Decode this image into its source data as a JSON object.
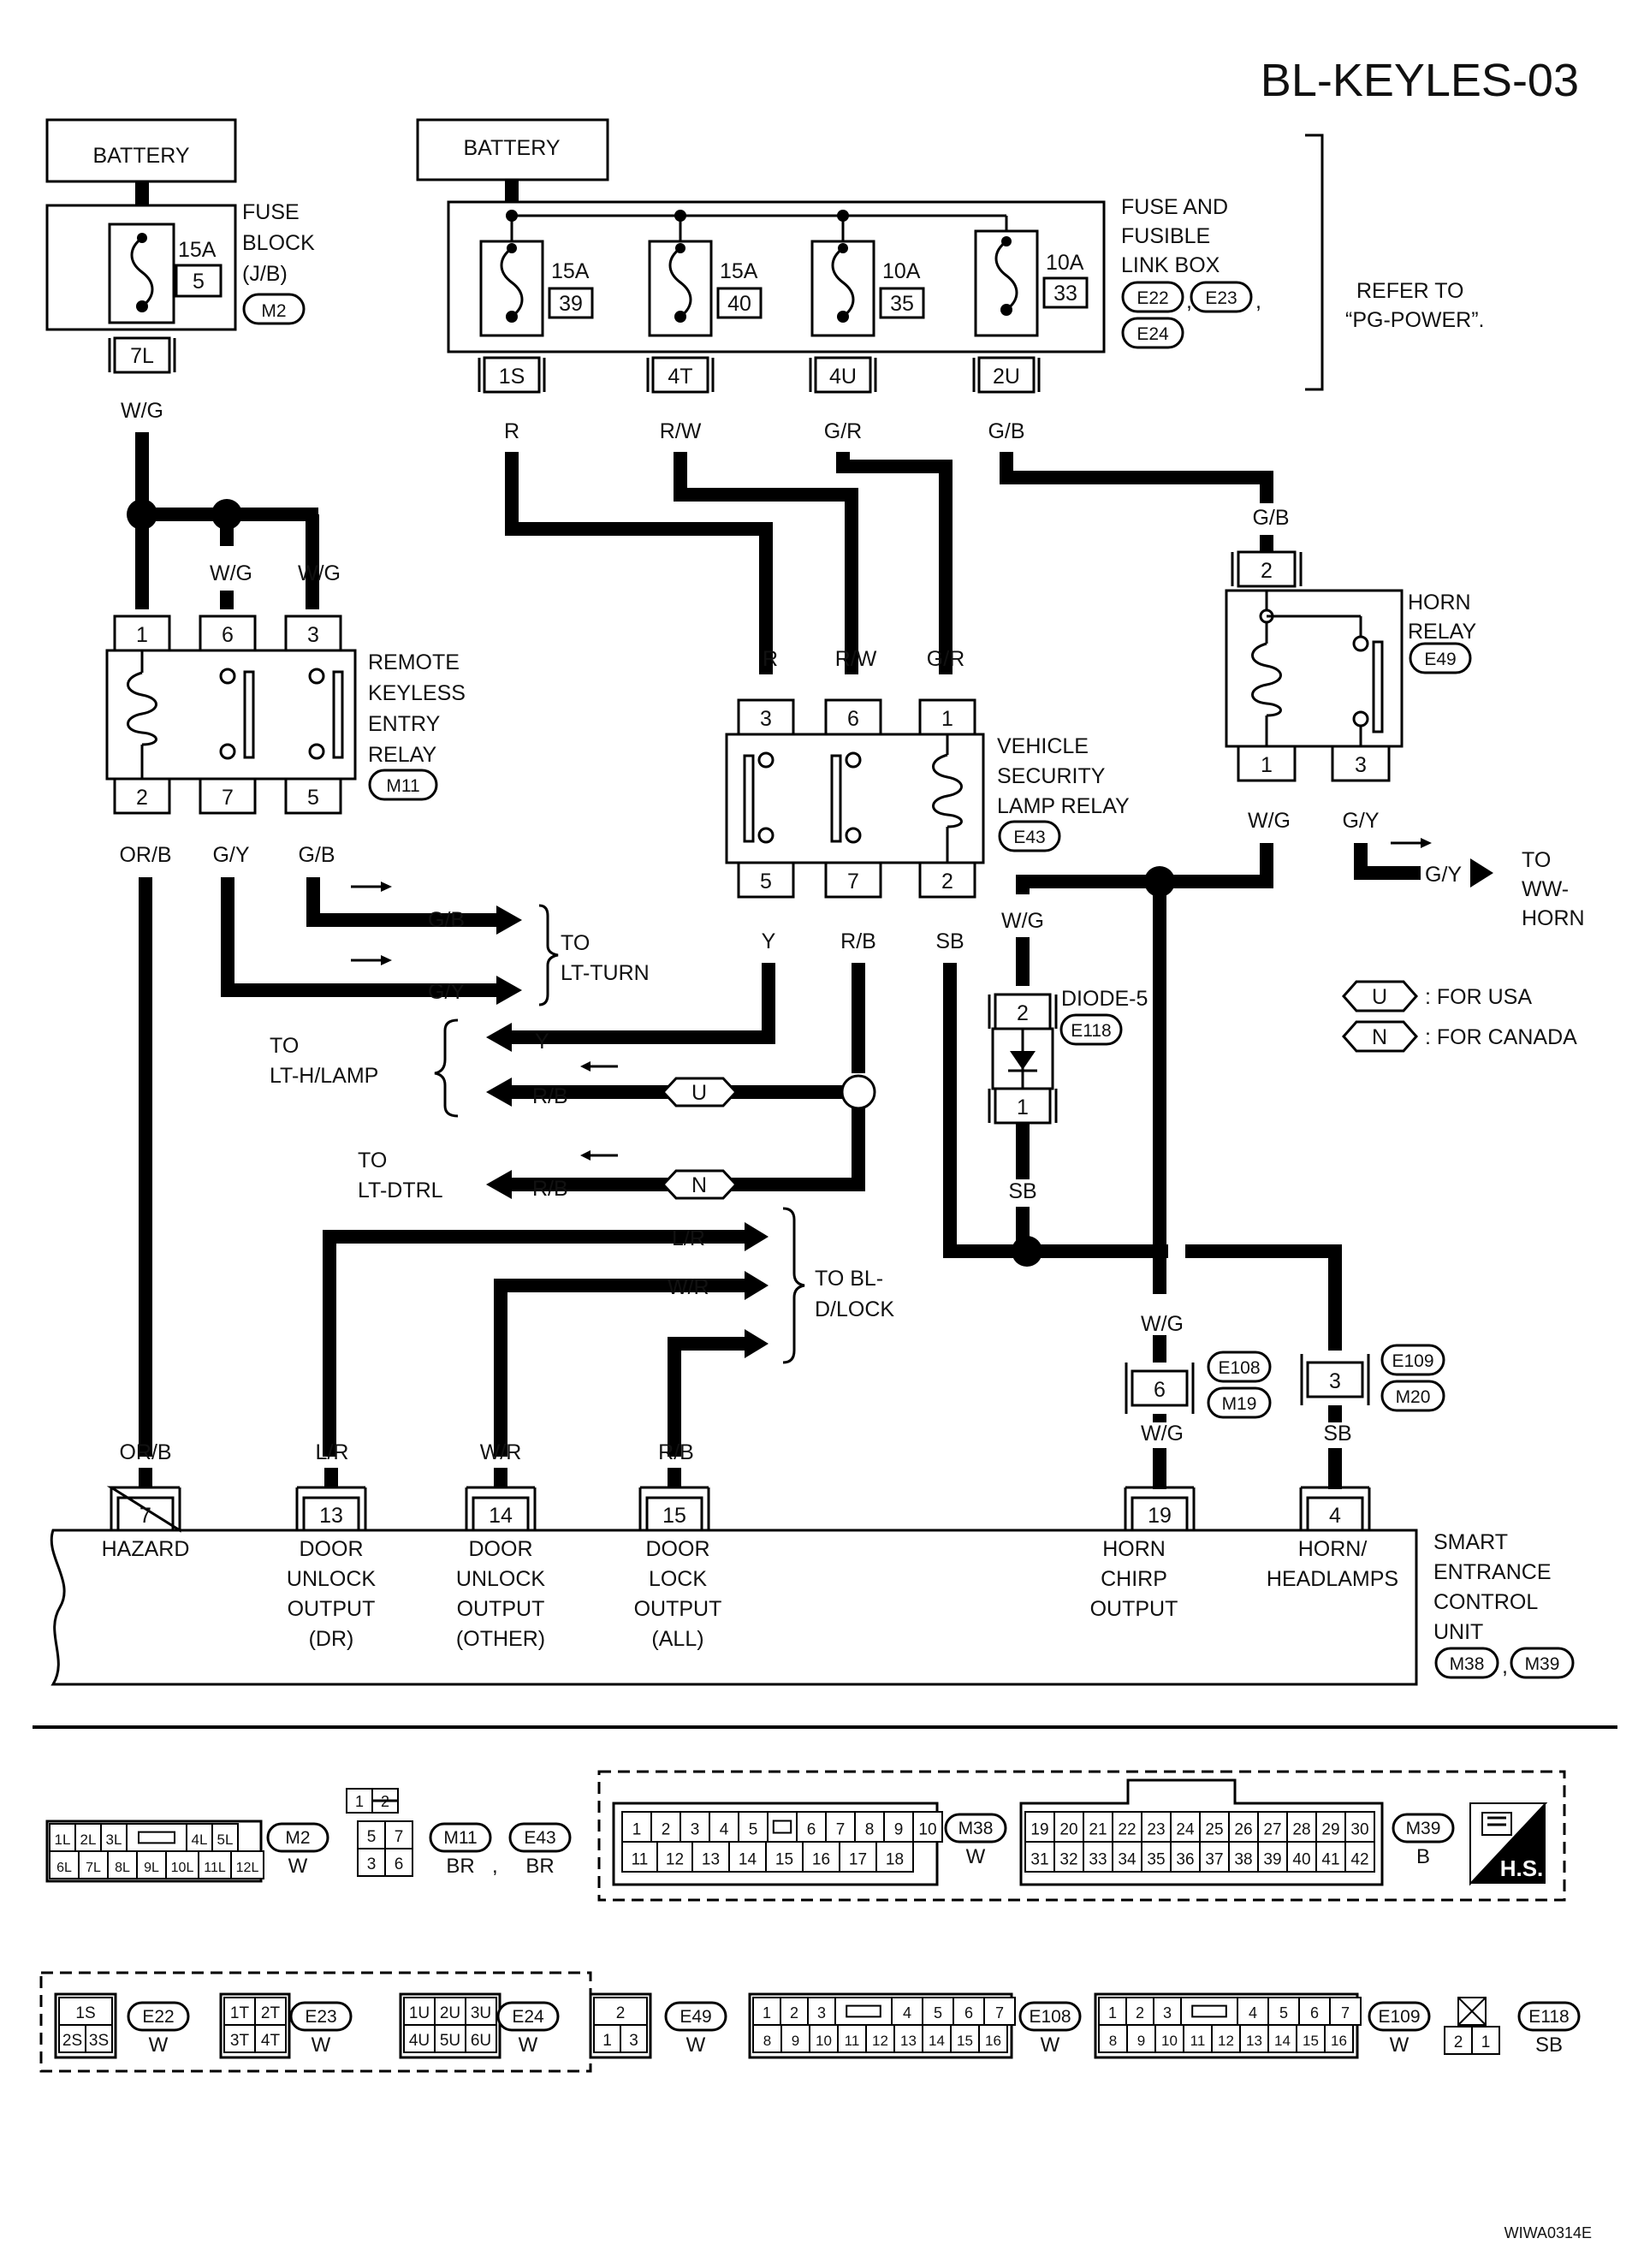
{
  "page_id": "BL-KEYLES-03",
  "ref_code": "WIWA0314E",
  "left_battery": "BATTERY",
  "top_battery": "BATTERY",
  "fuse_block": {
    "name_lines": [
      "FUSE",
      "BLOCK",
      "(J/B)"
    ],
    "connector": "M2",
    "fuse_rating": "15A",
    "fuse_no": "5",
    "terminal": "7L",
    "out_wire": "W/G"
  },
  "fuse_link_box": {
    "name_lines": [
      "FUSE AND",
      "FUSIBLE",
      "LINK BOX"
    ],
    "connectors": [
      "E22",
      "E23",
      "E24"
    ],
    "sep": ",",
    "fuses": [
      {
        "rating": "15A",
        "no": "39",
        "terminal": "1S",
        "wire": "R"
      },
      {
        "rating": "15A",
        "no": "40",
        "terminal": "4T",
        "wire": "R/W"
      },
      {
        "rating": "10A",
        "no": "35",
        "terminal": "4U",
        "wire": "G/R"
      },
      {
        "rating": "10A",
        "no": "33",
        "terminal": "2U",
        "wire": "G/B"
      }
    ]
  },
  "refer_note": [
    "REFER TO",
    "“PG-POWER”."
  ],
  "remote_keyless_relay": {
    "name_lines": [
      "REMOTE",
      "KEYLESS",
      "ENTRY",
      "RELAY"
    ],
    "connector": "M11",
    "top_pins": [
      "1",
      "6",
      "3"
    ],
    "bottom_pins": [
      "2",
      "7",
      "5"
    ],
    "top_wires": [
      "W/G",
      "W/G"
    ],
    "bottom_wires": [
      "OR/B",
      "G/Y",
      "G/B"
    ]
  },
  "security_relay": {
    "name_lines": [
      "VEHICLE",
      "SECURITY",
      "LAMP RELAY"
    ],
    "connector": "E43",
    "top_pins": [
      "3",
      "6",
      "1"
    ],
    "bottom_pins": [
      "5",
      "7",
      "2"
    ],
    "top_wires": [
      "R",
      "R/W",
      "G/R"
    ],
    "bottom_wires": [
      "Y",
      "R/B",
      "SB"
    ]
  },
  "horn_relay": {
    "name_lines": [
      "HORN",
      "RELAY"
    ],
    "connector": "E49",
    "top_pin": "2",
    "top_wire": "G/B",
    "bottom_pins": [
      "1",
      "3"
    ],
    "bottom_wires": [
      "W/G",
      "G/Y"
    ]
  },
  "ww_horn": {
    "wire": "G/Y",
    "label_lines": [
      "TO",
      "WW-",
      "HORN"
    ]
  },
  "legend": [
    {
      "code": "U",
      "text": ": FOR USA"
    },
    {
      "code": "N",
      "text": ": FOR CANADA"
    }
  ],
  "diode": {
    "name": "DIODE-5",
    "connector": "E118",
    "pin_top": "2",
    "pin_bottom": "1",
    "in_wire": "W/G",
    "out_wire": "SB"
  },
  "lt_turn": {
    "wires": [
      "G/B",
      "G/Y"
    ],
    "label_lines": [
      "TO",
      "LT-TURN"
    ]
  },
  "lt_hlamp": {
    "wires": [
      "Y",
      "R/B"
    ],
    "label_lines": [
      "TO",
      "LT-H/LAMP"
    ],
    "option": "U"
  },
  "lt_dtrl": {
    "wire": "R/B",
    "label_lines": [
      "TO",
      "LT-DTRL"
    ],
    "option": "N"
  },
  "bl_dlock": {
    "wires": [
      "L/R",
      "W/R"
    ],
    "label_lines": [
      "TO BL-",
      "D/LOCK"
    ]
  },
  "joint_connectors": [
    {
      "pin": "6",
      "codes": [
        "E108",
        "M19"
      ],
      "wire_top": "W/G",
      "wire_bottom": "W/G"
    },
    {
      "pin": "3",
      "codes": [
        "E109",
        "M20"
      ],
      "wire_bottom": "SB"
    }
  ],
  "secu": {
    "name_lines": [
      "SMART",
      "ENTRANCE",
      "CONTROL",
      "UNIT"
    ],
    "connectors": [
      "M38",
      "M39"
    ],
    "terminals": [
      {
        "pin": "7",
        "wire": "OR/B",
        "label_lines": [
          "HAZARD"
        ]
      },
      {
        "pin": "13",
        "wire": "L/R",
        "label_lines": [
          "DOOR",
          "UNLOCK",
          "OUTPUT",
          "(DR)"
        ]
      },
      {
        "pin": "14",
        "wire": "W/R",
        "label_lines": [
          "DOOR",
          "UNLOCK",
          "OUTPUT",
          "(OTHER)"
        ]
      },
      {
        "pin": "15",
        "wire": "R/B",
        "label_lines": [
          "DOOR",
          "LOCK",
          "OUTPUT",
          "(ALL)"
        ]
      },
      {
        "pin": "19",
        "wire": "W/G",
        "label_lines": [
          "HORN",
          "CHIRP",
          "OUTPUT"
        ]
      },
      {
        "pin": "4",
        "wire": "SB",
        "label_lines": [
          "HORN/",
          "HEADLAMPS"
        ]
      }
    ]
  },
  "connector_views": {
    "m2": {
      "row1": [
        "1L",
        "2L",
        "3L",
        "",
        "4L",
        "5L"
      ],
      "row2": [
        "6L",
        "7L",
        "8L",
        "9L",
        "10L",
        "11L",
        "12L"
      ],
      "code": "M2",
      "color": "W"
    },
    "relay": {
      "top": [
        "1",
        "2"
      ],
      "row1": [
        "5",
        "7"
      ],
      "row2": [
        "3",
        "6"
      ],
      "codes": [
        "M11",
        "E43"
      ],
      "colors": [
        "BR",
        "BR"
      ],
      "sep": ","
    },
    "m38": {
      "row1": [
        "1",
        "2",
        "3",
        "4",
        "5",
        "",
        "6",
        "7",
        "8",
        "9",
        "10"
      ],
      "row2": [
        "11",
        "12",
        "13",
        "14",
        "15",
        "16",
        "17",
        "18"
      ],
      "code": "M38",
      "color": "W"
    },
    "m39": {
      "row1": [
        "19",
        "20",
        "21",
        "22",
        "23",
        "24",
        "25",
        "26",
        "27",
        "28",
        "29",
        "30"
      ],
      "row2": [
        "31",
        "32",
        "33",
        "34",
        "35",
        "36",
        "37",
        "38",
        "39",
        "40",
        "41",
        "42"
      ],
      "code": "M39",
      "color": "B"
    },
    "hs": "H.S.",
    "e22": {
      "top": [
        "1S"
      ],
      "bottom": [
        "2S",
        "3S"
      ],
      "code": "E22",
      "color": "W"
    },
    "e23": {
      "top": [
        "1T",
        "2T"
      ],
      "bottom": [
        "3T",
        "4T"
      ],
      "code": "E23",
      "color": "W"
    },
    "e24": {
      "top": [
        "1U",
        "2U",
        "3U"
      ],
      "bottom": [
        "4U",
        "5U",
        "6U"
      ],
      "code": "E24",
      "color": "W"
    },
    "e49": {
      "top": [
        "2"
      ],
      "bottom": [
        "1",
        "3"
      ],
      "code": "E49",
      "color": "W"
    },
    "e108": {
      "row1": [
        "1",
        "2",
        "3",
        "",
        "4",
        "5",
        "6",
        "7"
      ],
      "row2": [
        "8",
        "9",
        "10",
        "11",
        "12",
        "13",
        "14",
        "15",
        "16"
      ],
      "code": "E108",
      "color": "W"
    },
    "e109": {
      "row1": [
        "1",
        "2",
        "3",
        "",
        "4",
        "5",
        "6",
        "7"
      ],
      "row2": [
        "8",
        "9",
        "10",
        "11",
        "12",
        "13",
        "14",
        "15",
        "16"
      ],
      "code": "E109",
      "color": "W"
    },
    "e118": {
      "pins": [
        "2",
        "1"
      ],
      "code": "E118",
      "color": "SB"
    }
  }
}
